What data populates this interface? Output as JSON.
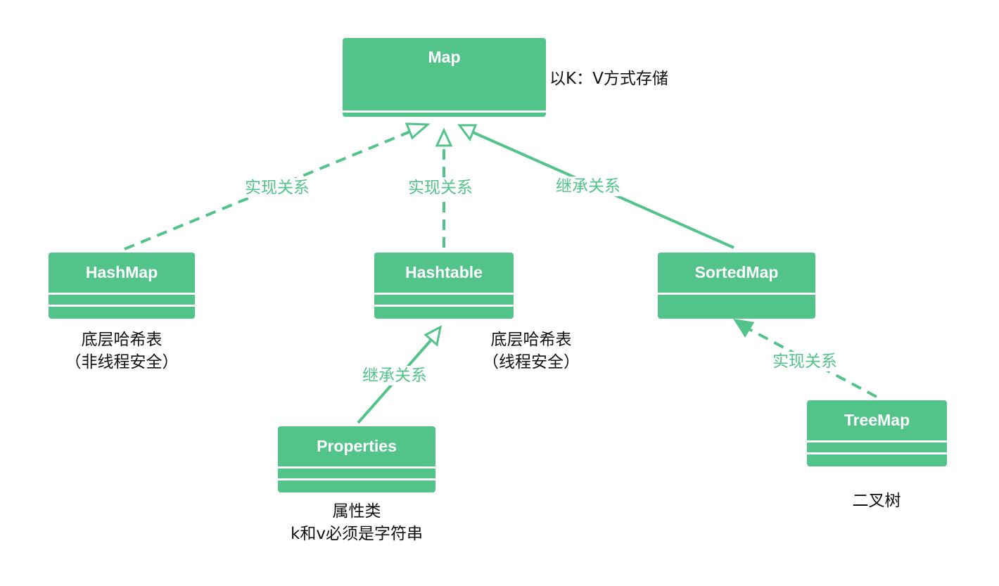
{
  "classes": {
    "map": {
      "name": "Map"
    },
    "hashmap": {
      "name": "HashMap"
    },
    "hashtable": {
      "name": "Hashtable"
    },
    "sortedmap": {
      "name": "SortedMap"
    },
    "properties": {
      "name": "Properties"
    },
    "treemap": {
      "name": "TreeMap"
    }
  },
  "notes": {
    "map": "以K：V方式存储",
    "hashmap": [
      "底层哈希表",
      "（非线程安全）"
    ],
    "hashtable": [
      "底层哈希表",
      "（线程安全）"
    ],
    "properties": [
      "属性类",
      "k和v必须是字符串"
    ],
    "treemap": "二叉树"
  },
  "edges": {
    "hashmap_map": "实现关系",
    "hashtable_map": "实现关系",
    "sortedmap_map": "继承关系",
    "properties_hashtable": "继承关系",
    "treemap_sortedmap": "实现关系"
  },
  "colors": {
    "accent": "#52C48A",
    "text": "#111111",
    "background": "#ffffff"
  }
}
